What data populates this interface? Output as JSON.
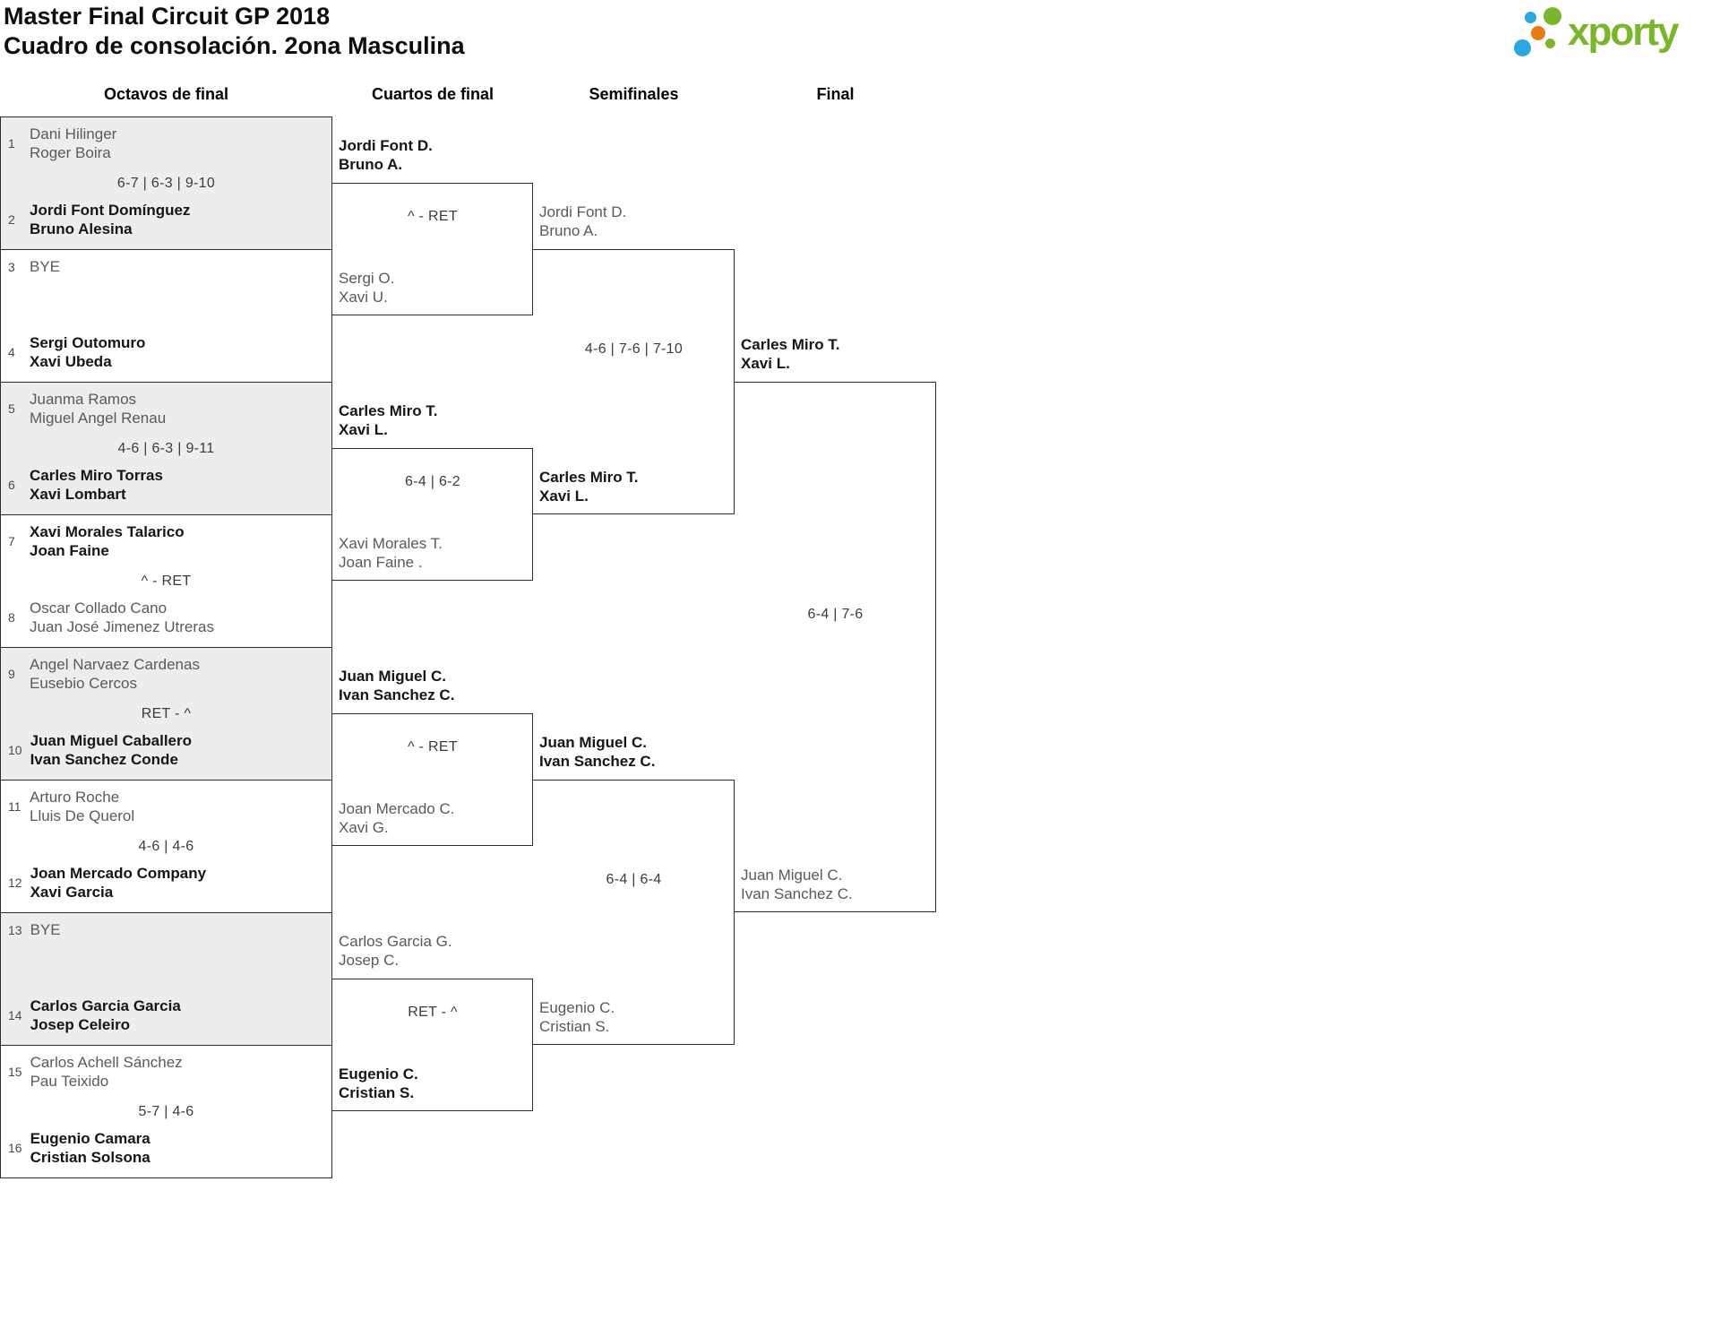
{
  "page": {
    "title": "Master Final Circuit GP 2018",
    "subtitle": "Cuadro de consolación. 2ona Masculina"
  },
  "logo": {
    "text": "xporty",
    "green": "#7ab62c",
    "blue": "#2ba7df",
    "orange": "#e87a14"
  },
  "columns": {
    "octavos": "Octavos de final",
    "cuartos": "Cuartos de final",
    "semifinales": "Semifinales",
    "final": "Final"
  },
  "octavos": [
    {
      "seed_top": "1",
      "top": {
        "line1": "Dani Hilinger",
        "line2": "Roger Boira"
      },
      "score": "6-7 | 6-3 | 9-10",
      "seed_bottom": "2",
      "bottom": {
        "line1": "Jordi Font Domínguez",
        "line2": "Bruno Alesina"
      },
      "winner": "bottom"
    },
    {
      "seed_top": "3",
      "top": {
        "line1": "BYE",
        "line2": ""
      },
      "score": "",
      "seed_bottom": "4",
      "bottom": {
        "line1": "Sergi Outomuro",
        "line2": "Xavi Ubeda"
      },
      "winner": "bottom"
    },
    {
      "seed_top": "5",
      "top": {
        "line1": "Juanma Ramos",
        "line2": "Miguel Angel Renau"
      },
      "score": "4-6 | 6-3 | 9-11",
      "seed_bottom": "6",
      "bottom": {
        "line1": "Carles Miro Torras",
        "line2": "Xavi Lombart"
      },
      "winner": "bottom"
    },
    {
      "seed_top": "7",
      "top": {
        "line1": "Xavi Morales Talarico",
        "line2": "Joan Faine"
      },
      "score": "^ - RET",
      "seed_bottom": "8",
      "bottom": {
        "line1": "Oscar Collado Cano",
        "line2": "Juan José Jimenez Utreras"
      },
      "winner": "top"
    },
    {
      "seed_top": "9",
      "top": {
        "line1": "Angel Narvaez Cardenas",
        "line2": "Eusebio Cercos"
      },
      "score": "RET - ^",
      "seed_bottom": "10",
      "bottom": {
        "line1": "Juan Miguel Caballero",
        "line2": "Ivan Sanchez Conde"
      },
      "winner": "bottom"
    },
    {
      "seed_top": "11",
      "top": {
        "line1": "Arturo Roche",
        "line2": "Lluis De Querol"
      },
      "score": "4-6 | 4-6",
      "seed_bottom": "12",
      "bottom": {
        "line1": "Joan Mercado Company",
        "line2": "Xavi Garcia"
      },
      "winner": "bottom"
    },
    {
      "seed_top": "13",
      "top": {
        "line1": "BYE",
        "line2": ""
      },
      "score": "",
      "seed_bottom": "14",
      "bottom": {
        "line1": "Carlos Garcia Garcia",
        "line2": "Josep Celeiro"
      },
      "winner": "bottom"
    },
    {
      "seed_top": "15",
      "top": {
        "line1": "Carlos Achell Sánchez",
        "line2": "Pau Teixido"
      },
      "score": "5-7 | 4-6",
      "seed_bottom": "16",
      "bottom": {
        "line1": "Eugenio Camara",
        "line2": "Cristian Solsona"
      },
      "winner": "bottom"
    }
  ],
  "cuartos": [
    {
      "top": {
        "line1": "Jordi Font D.",
        "line2": "Bruno A."
      },
      "score": "^ - RET",
      "bottom": {
        "line1": "Sergi O.",
        "line2": "Xavi U."
      },
      "winner": "top"
    },
    {
      "top": {
        "line1": "Carles Miro T.",
        "line2": "Xavi L."
      },
      "score": "6-4 | 6-2",
      "bottom": {
        "line1": "Xavi Morales T.",
        "line2": "Joan Faine ."
      },
      "winner": "top"
    },
    {
      "top": {
        "line1": "Juan Miguel C.",
        "line2": "Ivan Sanchez C."
      },
      "score": "^ - RET",
      "bottom": {
        "line1": "Joan Mercado C.",
        "line2": "Xavi G."
      },
      "winner": "top"
    },
    {
      "top": {
        "line1": "Carlos Garcia G.",
        "line2": "Josep C."
      },
      "score": "RET - ^",
      "bottom": {
        "line1": "Eugenio C.",
        "line2": "Cristian S."
      },
      "winner": "bottom"
    }
  ],
  "semifinales": [
    {
      "top": {
        "line1": "Jordi Font D.",
        "line2": "Bruno A."
      },
      "score": "4-6 | 7-6 | 7-10",
      "bottom": {
        "line1": "Carles Miro T.",
        "line2": "Xavi L."
      },
      "winner": "bottom"
    },
    {
      "top": {
        "line1": "Juan Miguel C.",
        "line2": "Ivan Sanchez C."
      },
      "score": "6-4 | 6-4",
      "bottom": {
        "line1": "Eugenio C.",
        "line2": "Cristian S."
      },
      "winner": "top"
    }
  ],
  "final": {
    "top": {
      "line1": "Carles Miro T.",
      "line2": "Xavi L."
    },
    "score": "6-4 | 7-6",
    "bottom": {
      "line1": "Juan Miguel C.",
      "line2": "Ivan Sanchez C."
    },
    "winner": "top"
  }
}
